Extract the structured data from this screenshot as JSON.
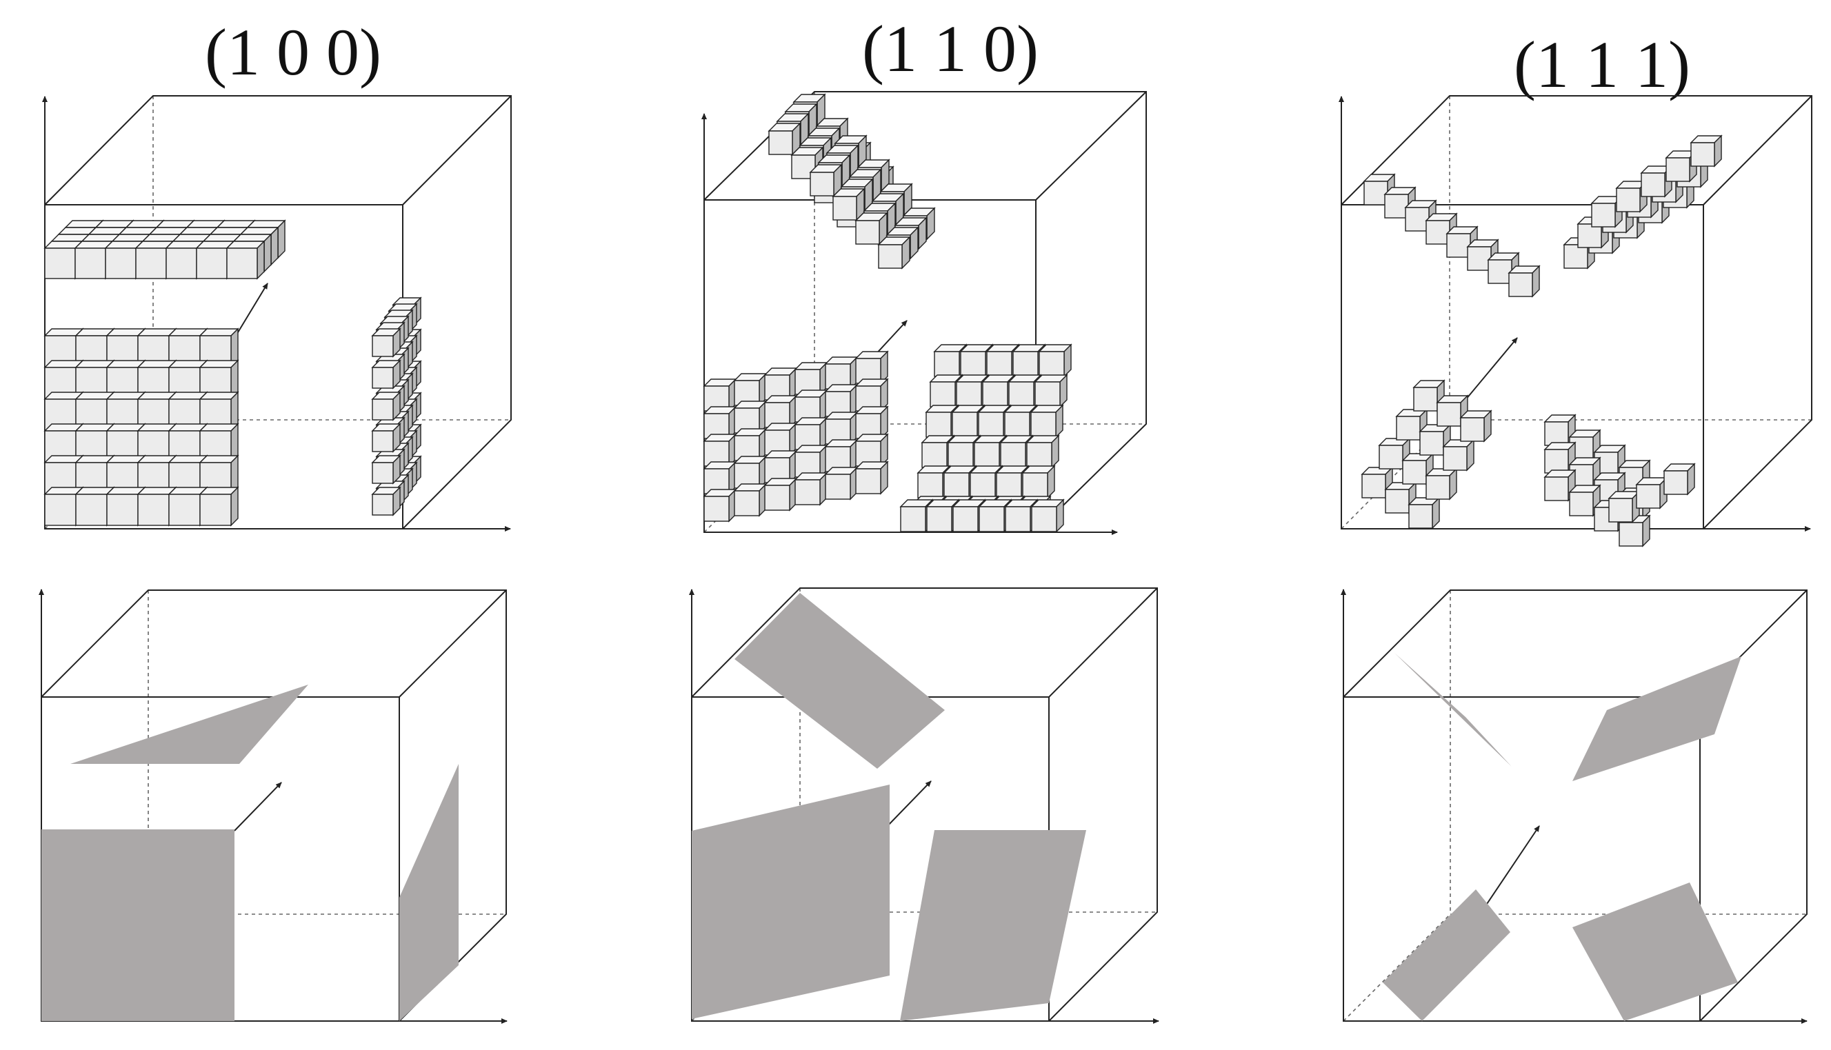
{
  "columns": [
    {
      "label": "(1 0 0)"
    },
    {
      "label": "(1 1 0)"
    },
    {
      "label": "(1 1 1)"
    }
  ],
  "colors": {
    "line": "#222222",
    "cube_face_front": "#ececec",
    "cube_face_top": "#f6f6f6",
    "cube_face_side": "#b9b9b9",
    "plane_fill": "#aba8a8"
  }
}
